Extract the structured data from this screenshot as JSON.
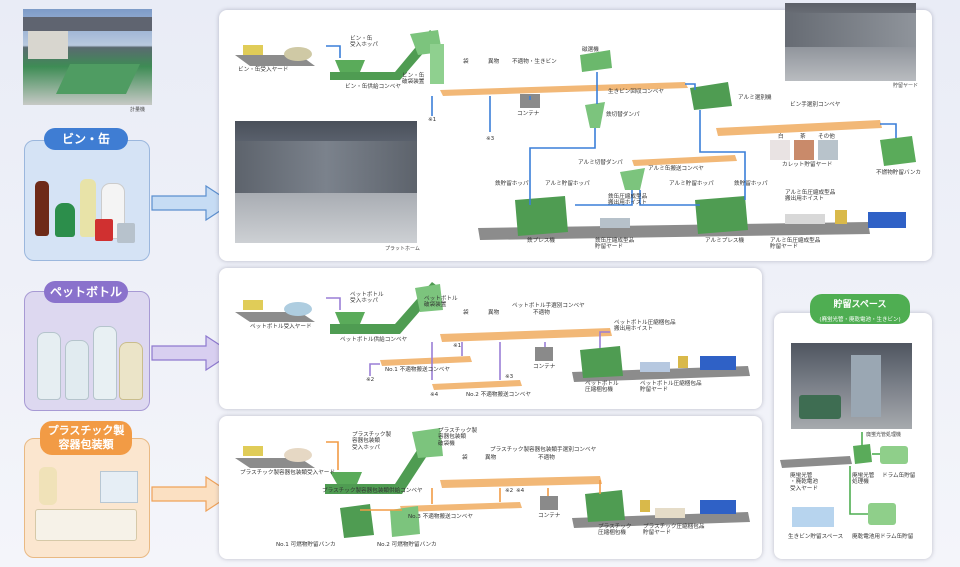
{
  "photos": {
    "scale": "計量機",
    "platform": "プラットホーム",
    "storage_yard": "貯留ヤード",
    "drum_machine": "廃蛍光管処理機"
  },
  "categories": {
    "bottles_cans": "ビン・缶",
    "pet": "ペットボトル",
    "plastic_line1": "プラスチック製",
    "plastic_line2": "容器包装類"
  },
  "panel1": {
    "bin_yard": "ビン・缶受入ヤード",
    "hopper": "ビン・缶\n受入ホッパ",
    "supply_conveyor": "ビン・缶供給コンベヤ",
    "breaker": "ビン・缶\n破袋装置",
    "bag": "袋",
    "foreign": "異物",
    "nonsuit": "不適物・生きビン",
    "magnet": "磁選機",
    "container": "コンテナ",
    "collect_conveyor": "生きビン回収コンベヤ",
    "mark1": "※1",
    "mark3": "※3",
    "iron_damper": "鉄切替ダンパ",
    "alu_separator": "アルミ選別機",
    "hand_conveyor": "ビン手選別コンベヤ",
    "glass_white": "白",
    "glass_brown": "茶",
    "glass_other": "その他",
    "cullet_yard": "カレット貯留ヤード",
    "nonsuit_bunker": "不燃物貯留バンカ",
    "alu_damper": "アルミ切替ダンパ",
    "alu_conveyor": "アルミ缶搬送コンベヤ",
    "iron_hopper": "鉄貯留ホッパ",
    "alu_hopper_a": "アルミ貯留ホッパ",
    "alu_hopper_b": "アルミ貯留ホッパ",
    "iron_hopper_b": "鉄貯留ホッパ",
    "iron_hoist": "鉄缶圧縮成型品\n搬出用ホイスト",
    "alu_hoist": "アルミ缶圧縮成型品\n搬出用ホイスト",
    "iron_press": "鉄プレス機",
    "iron_yard": "鉄缶圧縮成型品\n貯留ヤード",
    "alu_press": "アルミプレス機",
    "alu_yard": "アルミ缶圧縮成型品\n貯留ヤード"
  },
  "panel2": {
    "yard": "ペットボトル受入ヤード",
    "hopper": "ペットボトル\n受入ホッパ",
    "supply_conveyor": "ペットボトル供給コンベヤ",
    "breaker": "ペットボトル\n破袋装置",
    "bag": "袋",
    "foreign": "異物",
    "hand_conveyor": "ペットボトル手選別コンベヤ",
    "nonsuit": "不適物",
    "hoist": "ペットボトル圧縮梱包品\n搬出用ホイスト",
    "mark1": "※1",
    "mark2": "※2",
    "mark3": "※3",
    "mark4": "※4",
    "no1_conveyor": "No.1 不適物搬送コンベヤ",
    "no2_conveyor": "No.2 不適物搬送コンベヤ",
    "container": "コンテナ",
    "press": "ペットボトル\n圧縮梱包機",
    "yard_out": "ペットボトル圧縮梱包品\n貯留ヤード"
  },
  "panel3": {
    "yard": "プラスチック製容器包装類受入ヤード",
    "hopper": "プラスチック製\n容器包装類\n受入ホッパ",
    "breaker": "プラスチック製\n容器包装類\n破袋機",
    "hand_conveyor": "プラスチック製容器包装類手選別コンベヤ",
    "supply_conveyor": "プラスチック製容器包装類供給コンベヤ",
    "bag": "袋",
    "foreign": "異物",
    "nonsuit": "不適物",
    "mark2": "※2",
    "mark4": "※4",
    "no3_conveyor": "No.3 不適物搬送コンベヤ",
    "container": "コンテナ",
    "no1_bunker": "No.1 可燃物貯留バンカ",
    "no2_bunker": "No.2 可燃物貯留バンカ",
    "press": "プラスチック\n圧縮梱包機",
    "yard_out": "プラスチック圧縮梱包品\n貯留ヤード"
  },
  "storage": {
    "title": "貯留スペース",
    "subtitle": "(廃蛍光管・廃乾電池・生きビン)",
    "lamp_yard": "廃蛍光管\n・廃乾電池\n受入ヤード",
    "lamp_machine": "廃蛍光管\n処理機",
    "drum_storage": "ドラム缶貯留",
    "bin_space": "生きビン貯留スペース",
    "battery_drum": "廃乾電池用ドラム缶貯留"
  },
  "colors": {
    "machine_green": "#5aab5a",
    "conveyor_orange": "#f2b877",
    "flow_blue": "#3a7fd8",
    "flow_purple": "#9a7ed6",
    "flow_orange": "#f29b45"
  }
}
